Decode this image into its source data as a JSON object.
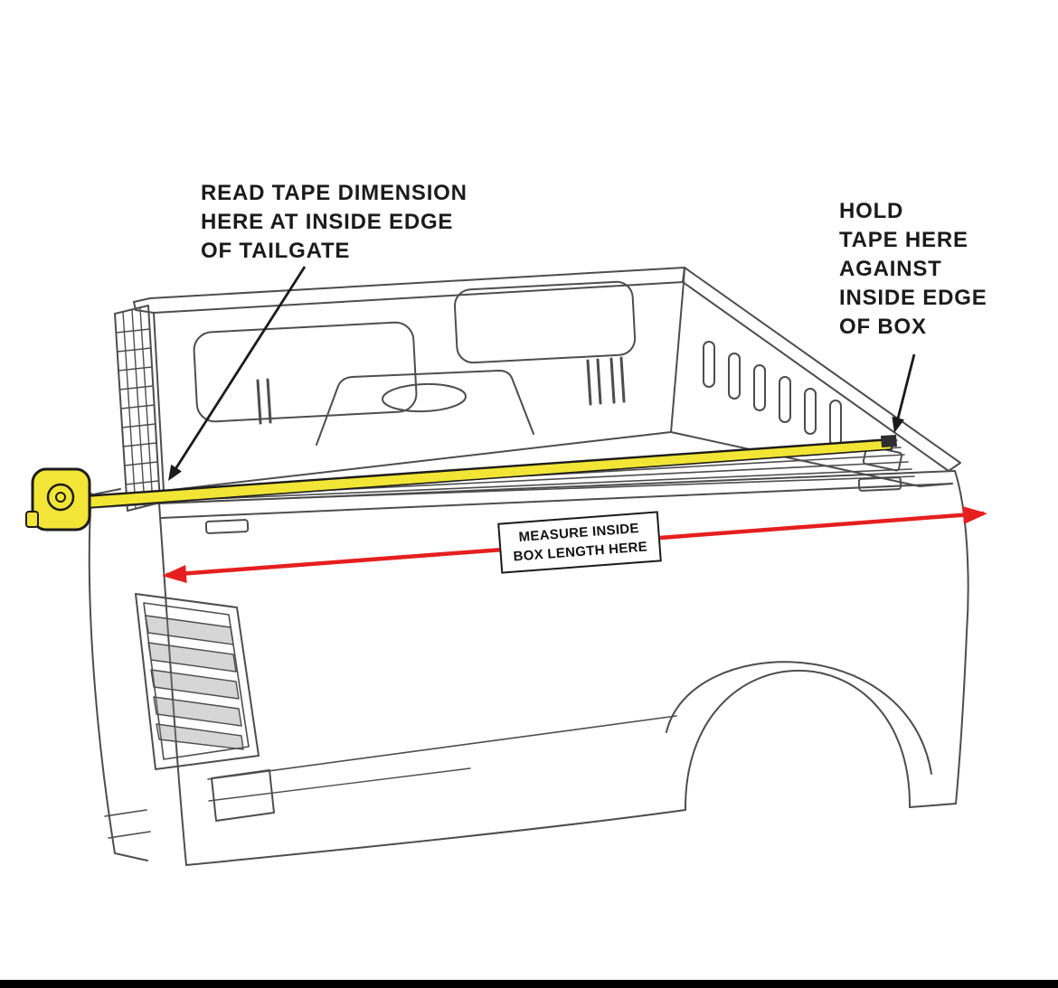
{
  "annotations": {
    "read_tape": "READ TAPE DIMENSION\nHERE AT INSIDE EDGE\nOF TAILGATE",
    "hold_tape": "HOLD\nTAPE HERE\nAGAINST\nINSIDE EDGE\nOF BOX",
    "measure_label": "MEASURE INSIDE\nBOX LENGTH HERE"
  },
  "colors": {
    "line_art": "#4d4d4d",
    "tape_yellow": "#f2e535",
    "arrow_red": "#e51f1f",
    "annotation_text": "#1b1b1b",
    "bottom_bar": "#000000"
  }
}
